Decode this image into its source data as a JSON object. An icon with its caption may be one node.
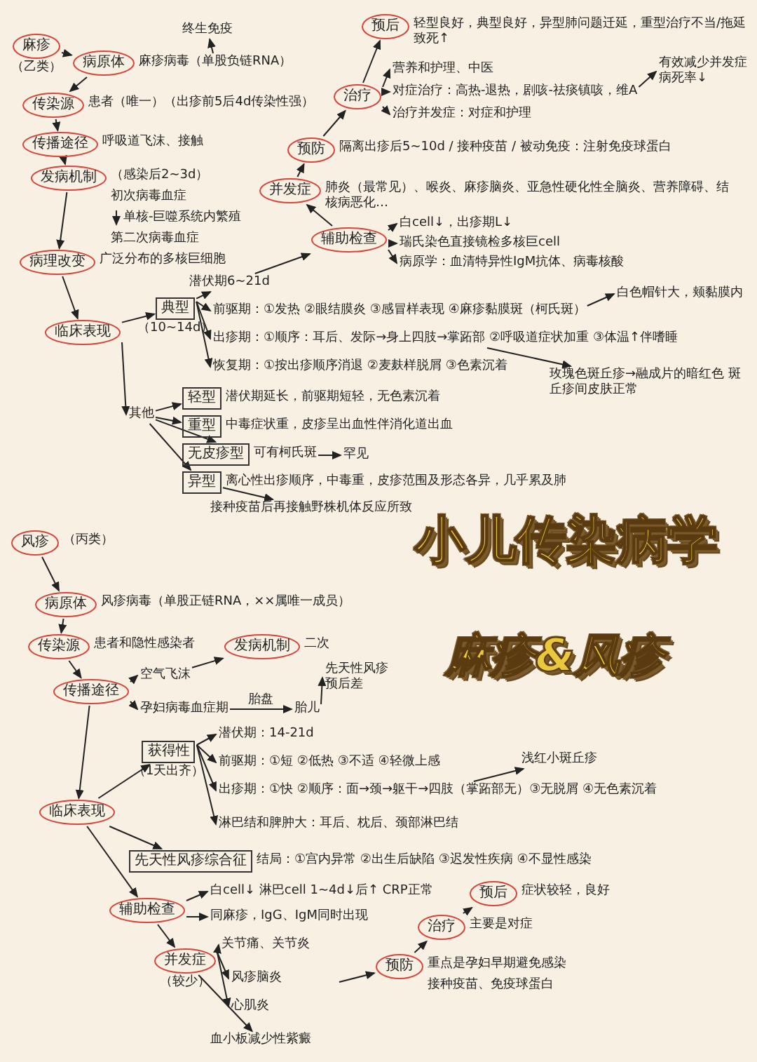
{
  "diagram": {
    "title": "小儿传染病学",
    "nodes": [
      {
        "text": [
          "麻疹"
        ],
        "beside": [
          "（乙类）"
        ]
      },
      {
        "text": [
          "病原体"
        ]
      },
      {
        "text": [
          "麻疹病毒（单股负链RNA）"
        ]
      },
      {
        "text": [
          "终生免疫"
        ]
      },
      {
        "text": [
          "传染源"
        ],
        "beside": [
          "患者（唯一）（出疹前5后4d传染性强）"
        ]
      },
      {
        "text": [
          "传播途径"
        ],
        "beside": [
          "呼吸道飞沫、接触"
        ]
      },
      {
        "text": [
          "发病机制"
        ],
        "beside": [
          "（感染后2~3d）",
          "初次病毒血症",
          "单核-巨噬系统内繁殖",
          "第二次病毒血症"
        ]
      },
      {
        "text": [
          "病理改变"
        ],
        "beside": [
          "广泛分布的多核巨细胞"
        ]
      },
      {
        "text": [
          "临床表现"
        ]
      },
      {
        "text": [
          "典型"
        ],
        "beside": [
          "（10~14d）"
        ]
      },
      {
        "text": [
          "潜伏期6~21d"
        ]
      },
      {
        "text": [
          "前驱期：①发热 ②眼结膜炎 ③感冒样表现 ④麻疹黏膜斑（柯氏斑）"
        ]
      },
      {
        "text": [
          "出疹期：①顺序：耳后、发际→身上四肢→掌跖部 ②呼吸道症状加重 ③体温↑伴嗜睡"
        ]
      },
      {
        "text": [
          "恢复期：①按出疹顺序消退 ②麦麸样脱屑 ③色素沉着"
        ]
      },
      {
        "text": [
          "白色帽针大，颊黏膜内"
        ]
      },
      {
        "text": [
          "玫瑰色斑丘疹→融成片的暗红色 斑丘疹间皮肤正常"
        ]
      },
      {
        "text": [
          "其他"
        ]
      },
      {
        "text": [
          "轻型"
        ],
        "beside": [
          "潜伏期延长，前驱期短轻，无色素沉着"
        ]
      },
      {
        "text": [
          "重型"
        ],
        "beside": [
          "中毒症状重，皮疹呈出血性伴消化道出血"
        ]
      },
      {
        "text": [
          "无皮疹型"
        ],
        "beside": [
          "可有柯氏斑"
        ]
      },
      {
        "text": [
          "罕见"
        ]
      },
      {
        "text": [
          "异型"
        ],
        "beside": [
          "离心性出疹顺序，中毒重，皮疹范围及形态各异，几乎累及肺"
        ]
      },
      {
        "text": [
          "接种疫苗后再接触野株机体反应所致"
        ]
      },
      {
        "text": [
          "辅助检查"
        ]
      },
      {
        "text": [
          "白cell↓，出疹期L↓"
        ]
      },
      {
        "text": [
          "瑞氏染色直接镜检多核巨cell"
        ]
      },
      {
        "text": [
          "病原学：血清特异性IgM抗体、病毒核酸"
        ]
      },
      {
        "text": [
          "并发症"
        ],
        "beside": [
          "肺炎（最常见）、喉炎、麻疹脑炎、亚急性硬化性全脑炎、营养障碍、结核病恶化…"
        ]
      },
      {
        "text": [
          "预防"
        ],
        "beside": [
          "隔离出疹后5~10d / 接种疫苗 / 被动免疫：注射免疫球蛋白"
        ]
      },
      {
        "text": [
          "治疗"
        ]
      },
      {
        "text": [
          "营养和护理、中医"
        ]
      },
      {
        "text": [
          "对症治疗：高热-退热，剧咳-祛痰镇咳，维A"
        ]
      },
      {
        "text": [
          "治疗并发症：对症和护理"
        ]
      },
      {
        "text": [
          "有效减少并发症病死率↓"
        ]
      },
      {
        "text": [
          "预后"
        ],
        "beside": [
          "轻型良好，典型良好，异型肺问题迁延，重型治疗不当/拖延致死↑"
        ]
      },
      {
        "text": [
          "风疹"
        ],
        "beside": [
          "（丙类）"
        ]
      },
      {
        "text": [
          "病原体"
        ],
        "beside": [
          "风疹病毒（单股正链RNA，××属唯一成员）"
        ]
      },
      {
        "text": [
          "传染源"
        ],
        "beside": [
          "患者和隐性感染者"
        ]
      },
      {
        "text": [
          "传播途径"
        ]
      },
      {
        "text": [
          "空气飞沫"
        ]
      },
      {
        "text": [
          "孕妇病毒血症期"
        ]
      },
      {
        "text": [
          "胎儿"
        ]
      },
      {
        "text": [
          "先天性风疹预后差"
        ]
      },
      {
        "text": [
          "发病机制"
        ],
        "beside": [
          "二次"
        ]
      },
      {
        "text": [
          "临床表现"
        ]
      },
      {
        "text": [
          "获得性"
        ],
        "beside": [
          "（1天出齐）"
        ]
      },
      {
        "text": [
          "潜伏期：14-21d"
        ]
      },
      {
        "text": [
          "前驱期：①短 ②低热 ③不适 ④轻微上感"
        ]
      },
      {
        "text": [
          "出疹期：①快 ②顺序：面→颈→躯干→四肢（掌跖部无）③无脱屑 ④无色素沉着"
        ]
      },
      {
        "text": [
          "淋巴结和脾肿大：耳后、枕后、颈部淋巴结"
        ]
      },
      {
        "text": [
          "浅红小斑丘疹"
        ]
      },
      {
        "text": [
          "先天性风疹综合征"
        ],
        "beside": [
          "结局：①宫内异常 ②出生后缺陷 ③迟发性疾病 ④不显性感染"
        ]
      },
      {
        "text": [
          "辅助检查"
        ]
      },
      {
        "text": [
          "白cell↓ 淋巴cell 1~4d↓后↑ CRP正常"
        ]
      },
      {
        "text": [
          "同麻疹，IgG、IgM同时出现"
        ]
      },
      {
        "text": [
          "并发症"
        ],
        "beside": [
          "（较少）"
        ]
      },
      {
        "text": [
          "关节痛、关节炎"
        ]
      },
      {
        "text": [
          "风疹脑炎"
        ]
      },
      {
        "text": [
          "心肌炎"
        ]
      },
      {
        "text": [
          "血小板减少性紫癜"
        ]
      },
      {
        "text": [
          "预防"
        ],
        "beside": [
          "重点是孕妇早期避免感染",
          "接种疫苗、免疫球蛋白"
        ]
      },
      {
        "text": [
          "治疗"
        ],
        "beside": [
          "主要是对症"
        ]
      },
      {
        "text": [
          "预后"
        ],
        "beside": [
          "症状较轻，良好"
        ]
      }
    ],
    "edges": [
      {
        "from": 0,
        "to": 1,
        "arrow": "to"
      },
      {
        "from": 1,
        "to": 4,
        "arrow": "to"
      },
      {
        "from": 2,
        "to": 3,
        "arrow": "to"
      },
      {
        "from": 4,
        "to": 5,
        "arrow": "to"
      },
      {
        "from": 5,
        "to": 6,
        "arrow": "to"
      },
      {
        "from": 6,
        "to": 7,
        "arrow": "to"
      },
      {
        "from": 7,
        "to": 8,
        "arrow": "to"
      },
      {
        "from": 8,
        "to": 9,
        "arrow": "to"
      },
      {
        "from": 8,
        "to": 16,
        "arrow": "to"
      },
      {
        "from": 9,
        "to": 10,
        "arrow": "to"
      },
      {
        "from": 9,
        "to": 11,
        "arrow": "to"
      },
      {
        "from": 9,
        "to": 12,
        "arrow": "to"
      },
      {
        "from": 9,
        "to": 13,
        "arrow": "to"
      },
      {
        "from": 11,
        "to": 14,
        "arrow": "to"
      },
      {
        "from": 12,
        "to": 15,
        "arrow": "to"
      },
      {
        "from": 16,
        "to": 17,
        "arrow": "to"
      },
      {
        "from": 16,
        "to": 18,
        "arrow": "to"
      },
      {
        "from": 16,
        "to": 19,
        "arrow": "to"
      },
      {
        "from": 16,
        "to": 21,
        "arrow": "to"
      },
      {
        "from": 19,
        "to": 20,
        "arrow": "to"
      },
      {
        "from": 21,
        "to": 22,
        "arrow": "to"
      },
      {
        "from": 10,
        "to": 23,
        "arrow": "to"
      },
      {
        "from": 23,
        "to": 24,
        "arrow": "to"
      },
      {
        "from": 23,
        "to": 25,
        "arrow": "to"
      },
      {
        "from": 23,
        "to": 26,
        "arrow": "to"
      },
      {
        "from": 23,
        "to": 27,
        "arrow": "to"
      },
      {
        "from": 27,
        "to": 28,
        "arrow": "to"
      },
      {
        "from": 28,
        "to": 29,
        "arrow": "to"
      },
      {
        "from": 29,
        "to": 30,
        "arrow": "to"
      },
      {
        "from": 29,
        "to": 31,
        "arrow": "to"
      },
      {
        "from": 29,
        "to": 32,
        "arrow": "to"
      },
      {
        "from": 31,
        "to": 33,
        "arrow": "to"
      },
      {
        "from": 29,
        "to": 34,
        "arrow": "to"
      },
      {
        "from": 35,
        "to": 36,
        "arrow": "to"
      },
      {
        "from": 36,
        "to": 37,
        "arrow": "to"
      },
      {
        "from": 37,
        "to": 38,
        "arrow": "to"
      },
      {
        "from": 38,
        "to": 39,
        "arrow": "to"
      },
      {
        "from": 38,
        "to": 40,
        "arrow": "to"
      },
      {
        "from": 40,
        "to": 41,
        "arrow": "to",
        "label": "胎盘"
      },
      {
        "from": 41,
        "to": 42,
        "arrow": "to"
      },
      {
        "from": 39,
        "to": 43,
        "arrow": "to"
      },
      {
        "from": 38,
        "to": 44,
        "arrow": "to"
      },
      {
        "from": 44,
        "to": 45,
        "arrow": "to"
      },
      {
        "from": 45,
        "to": 46,
        "arrow": "to"
      },
      {
        "from": 45,
        "to": 47,
        "arrow": "to"
      },
      {
        "from": 45,
        "to": 48,
        "arrow": "to"
      },
      {
        "from": 45,
        "to": 49,
        "arrow": "to"
      },
      {
        "from": 48,
        "to": 50,
        "arrow": "to"
      },
      {
        "from": 44,
        "to": 51,
        "arrow": "to"
      },
      {
        "from": 44,
        "to": 52,
        "arrow": "to"
      },
      {
        "from": 52,
        "to": 53,
        "arrow": "to"
      },
      {
        "from": 52,
        "to": 54,
        "arrow": "to"
      },
      {
        "from": 52,
        "to": 55,
        "arrow": "to"
      },
      {
        "from": 55,
        "to": 56,
        "arrow": "to"
      },
      {
        "from": 55,
        "to": 57,
        "arrow": "to"
      },
      {
        "from": 55,
        "to": 58,
        "arrow": "to"
      },
      {
        "from": 55,
        "to": 59,
        "arrow": "to"
      },
      {
        "from": null,
        "to": 60,
        "arrow": "to"
      },
      {
        "from": 60,
        "to": 61,
        "arrow": "to"
      },
      {
        "from": 61,
        "to": 62,
        "arrow": "to"
      }
    ],
    "labels": [
      "麻疹&风疹"
    ]
  }
}
